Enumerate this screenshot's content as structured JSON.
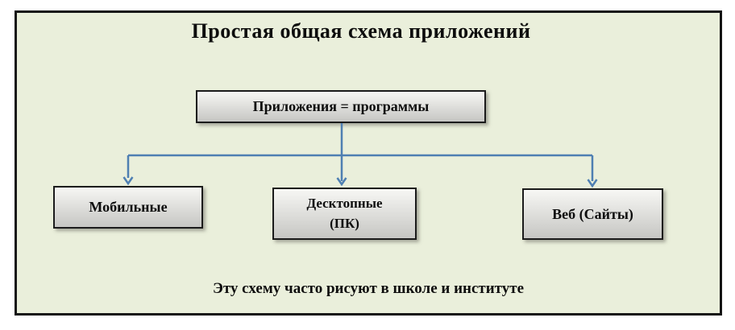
{
  "diagram": {
    "title": "Простая общая схема приложений",
    "nodes": {
      "root": {
        "label": "Приложения = программы"
      },
      "mobile": {
        "label": "Мобильные"
      },
      "desktop": {
        "line1": "Десктопные",
        "line2": "(ПК)"
      },
      "web": {
        "label": "Веб (Сайты)"
      }
    },
    "caption": "Эту схему часто рисуют в школе и институте"
  },
  "colors": {
    "background": "#eaefdb",
    "frame_border": "#141414",
    "box_gradient_top": "#f7f7f4",
    "box_gradient_bottom": "#c6c6c3",
    "box_border": "#1b1b1b",
    "connector": "#4e7fb2",
    "text": "#0d0d0d"
  }
}
